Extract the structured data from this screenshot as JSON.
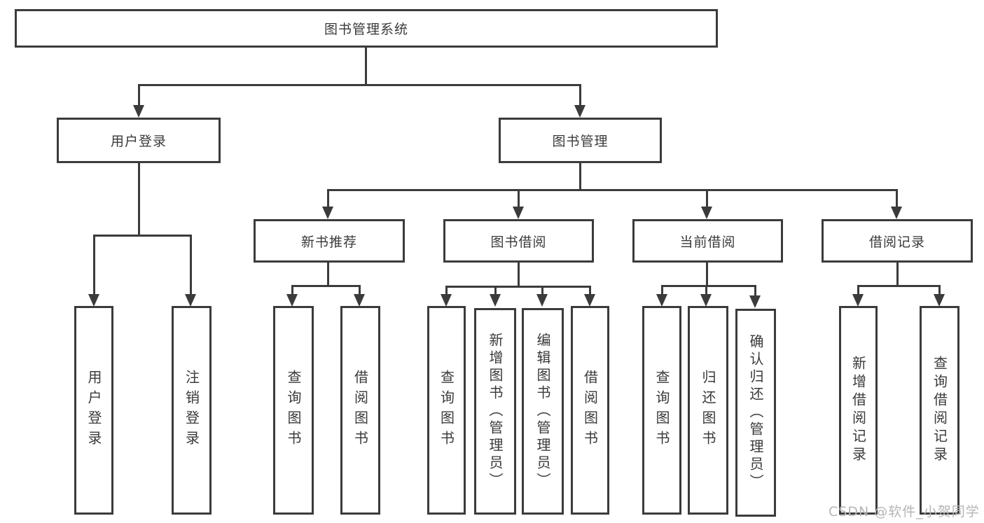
{
  "diagram": {
    "title_node": "图书管理系统",
    "level2": {
      "user_login": "用户登录",
      "book_management": "图书管理"
    },
    "level3": {
      "new_book_recommend": "新书推荐",
      "book_borrow": "图书借阅",
      "current_borrow": "当前借阅",
      "borrow_records": "借阅记录"
    },
    "leaves": {
      "user_login": "用户登录",
      "logout": "注销登录",
      "nb_query_books": "查询图书",
      "nb_borrow_books": "借阅图书",
      "bb_query_books": "查询图书",
      "bb_add_books_admin": "新增图书（管理员）",
      "bb_edit_books_admin": "编辑图书（管理员）",
      "bb_borrow_books": "借阅图书",
      "cur_query_books": "查询图书",
      "cur_return_books": "归还图书",
      "cur_confirm_return_admin": "确认归还（管理员）",
      "rec_add_record": "新增借阅记录",
      "rec_query_record": "查询借阅记录"
    },
    "watermark": "CSDN @软件_小贺同学",
    "colors": {
      "line": "#3b3b3b",
      "text": "#3a3a3a",
      "watermark": "#b5b5b5",
      "background": "#ffffff"
    }
  }
}
